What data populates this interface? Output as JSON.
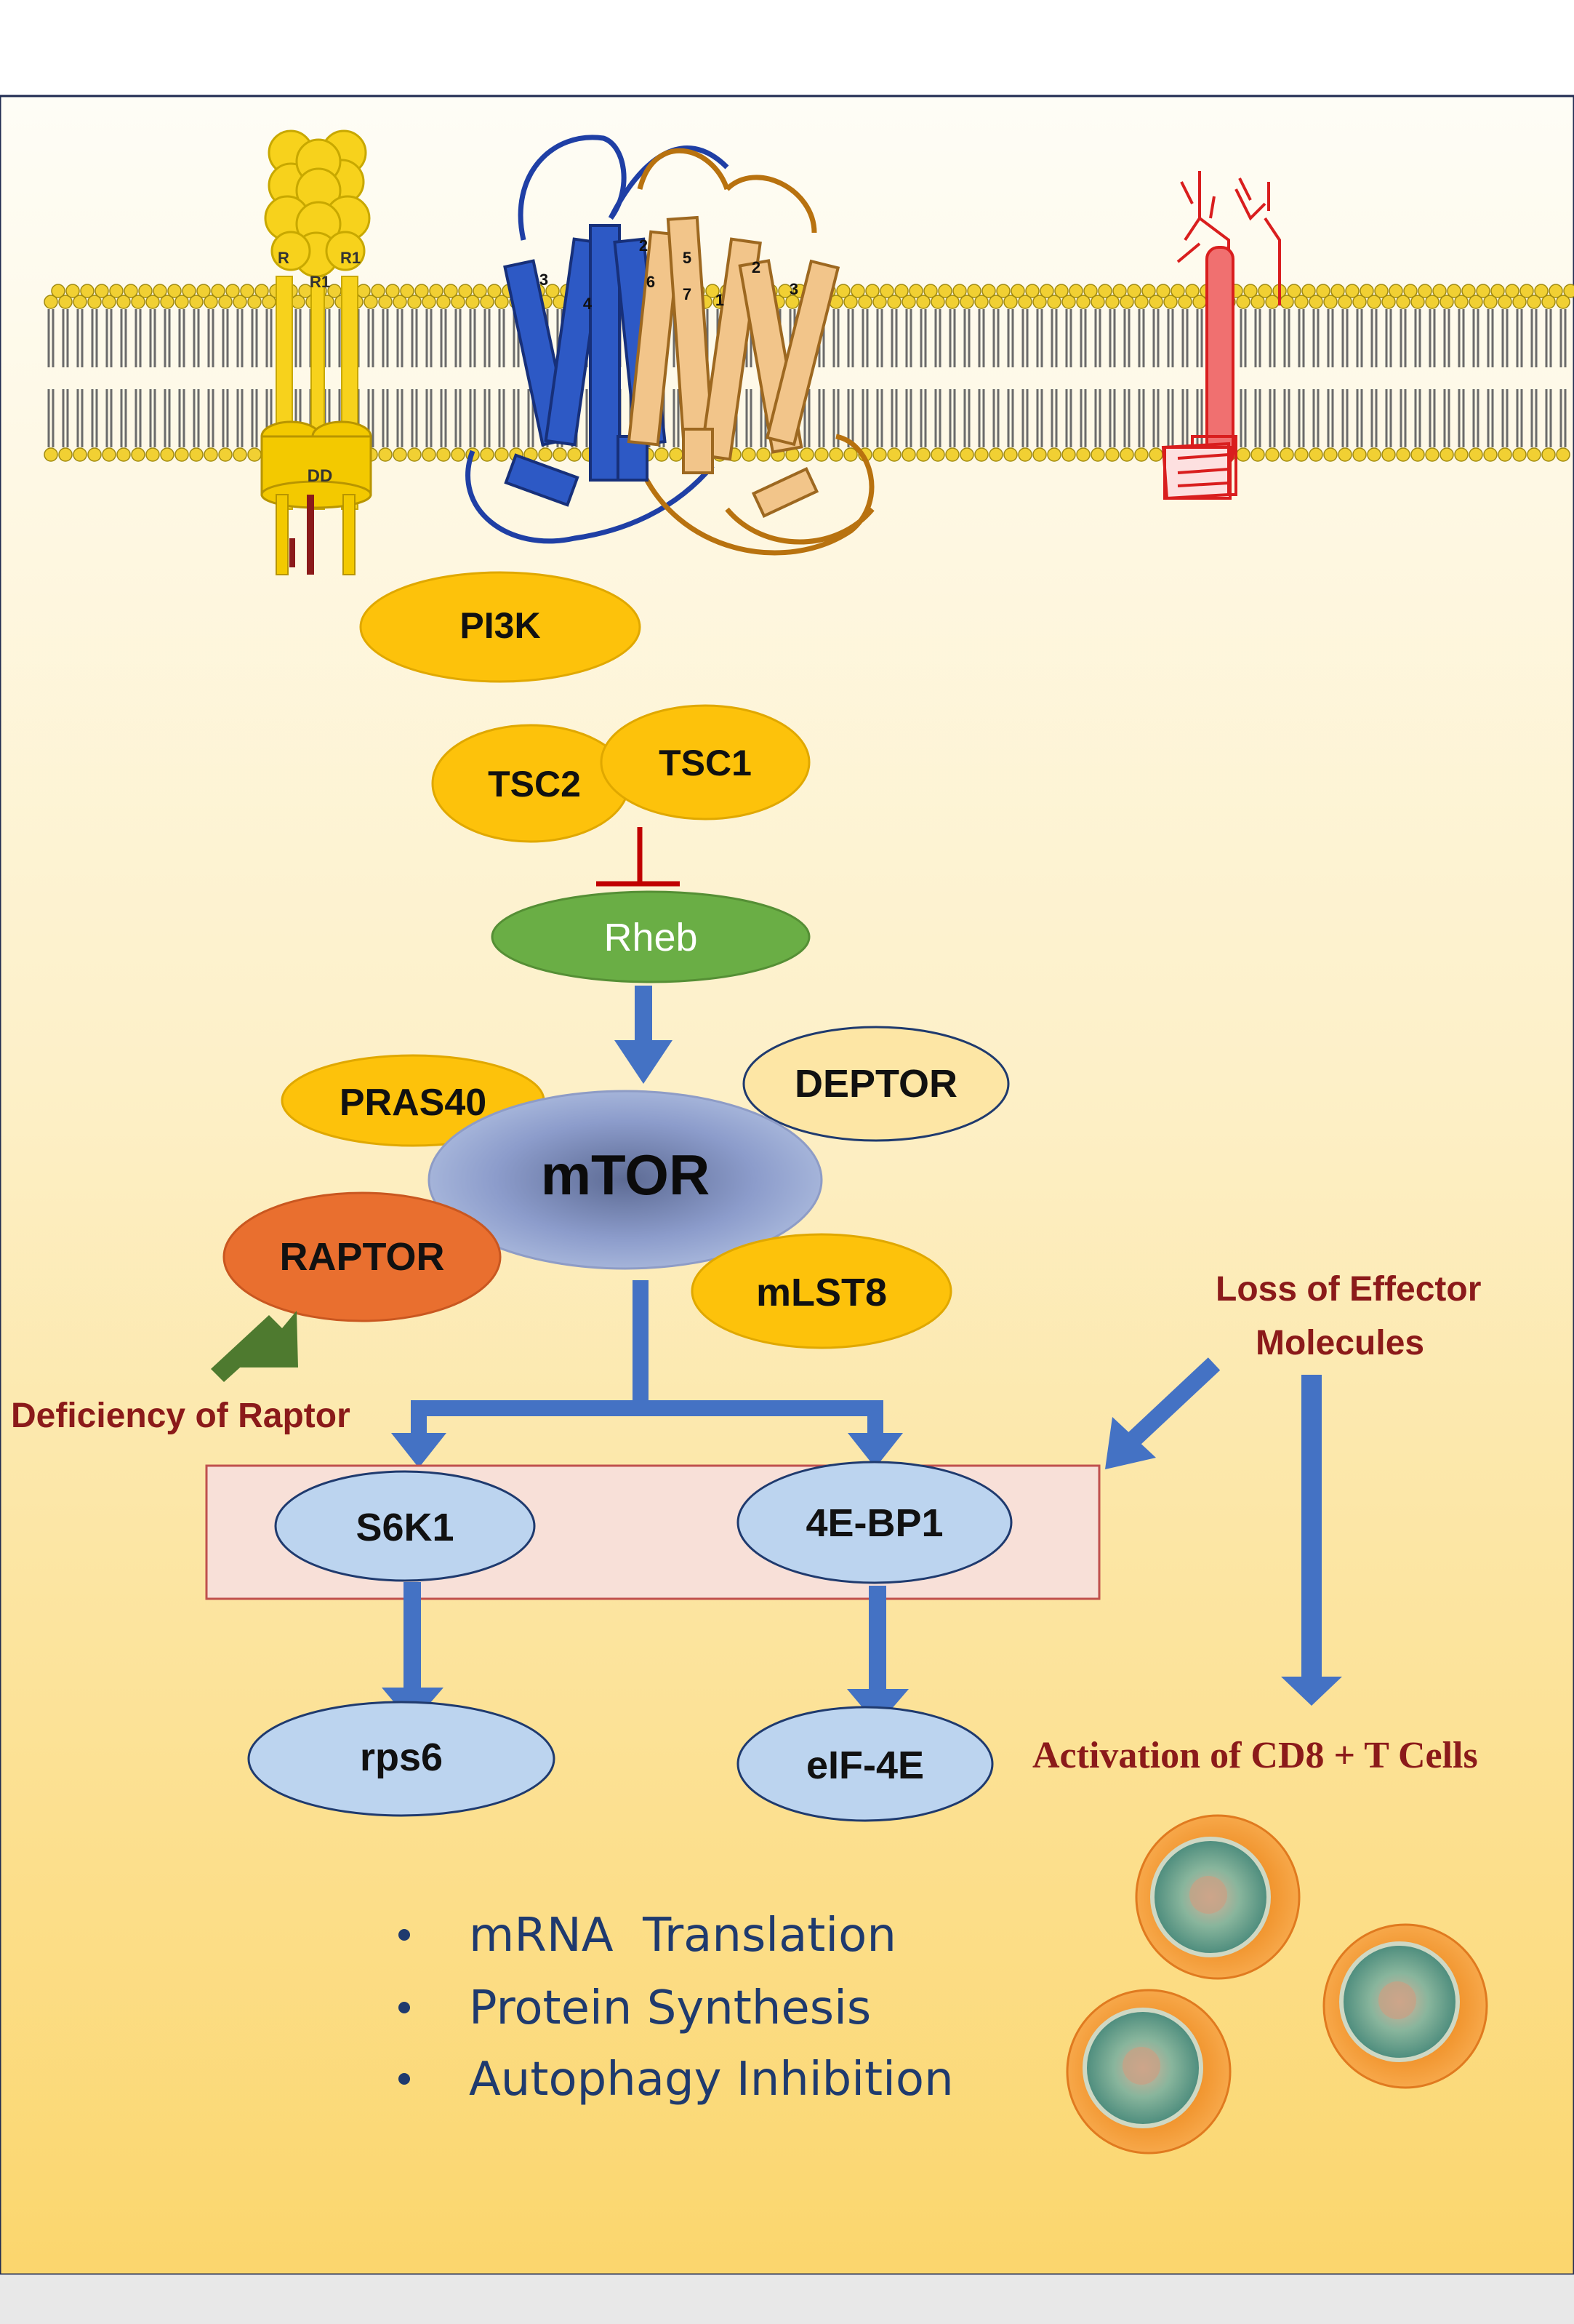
{
  "receptor_labels": {
    "r_left": "R",
    "r_right": "R1",
    "r_center": "R1",
    "dd": "DD"
  },
  "helix_numbers": {
    "blue": [
      "3",
      "4",
      "2"
    ],
    "tan": [
      "6",
      "5",
      "7",
      "1",
      "2",
      "3"
    ]
  },
  "nodes": {
    "pi3k": "PI3K",
    "tsc2": "TSC2",
    "tsc1": "TSC1",
    "rheb": "Rheb",
    "pras40": "PRAS40",
    "deptor": "DEPTOR",
    "mtor": "mTOR",
    "raptor": "RAPTOR",
    "mlst8": "mLST8",
    "s6k1": "S6K1",
    "ebp1": "4E-BP1",
    "rps6": "rps6",
    "eif4e": "eIF-4E"
  },
  "annotations": {
    "deficiency": "Deficiency of Raptor",
    "loss_line1": "Loss of Effector",
    "loss_line2": "Molecules",
    "activation": "Activation of CD8 + T Cells"
  },
  "outcomes": [
    "mRNA  Translation",
    "Protein Synthesis",
    "Autophagy Inhibition"
  ],
  "colors": {
    "orange_node": "#fdc20b",
    "rheb_green": "#6aae45",
    "mtor_blue": "#a9b8d8",
    "raptor_orange": "#e96f2f",
    "light_blue_node": "#bcd4ef",
    "arrow_blue": "#4472c4",
    "green_arrow": "#4e7a2f",
    "dark_red_text": "#8b1a1a",
    "inhibit_red": "#c00000",
    "bullet_text": "#1f3a6e"
  }
}
